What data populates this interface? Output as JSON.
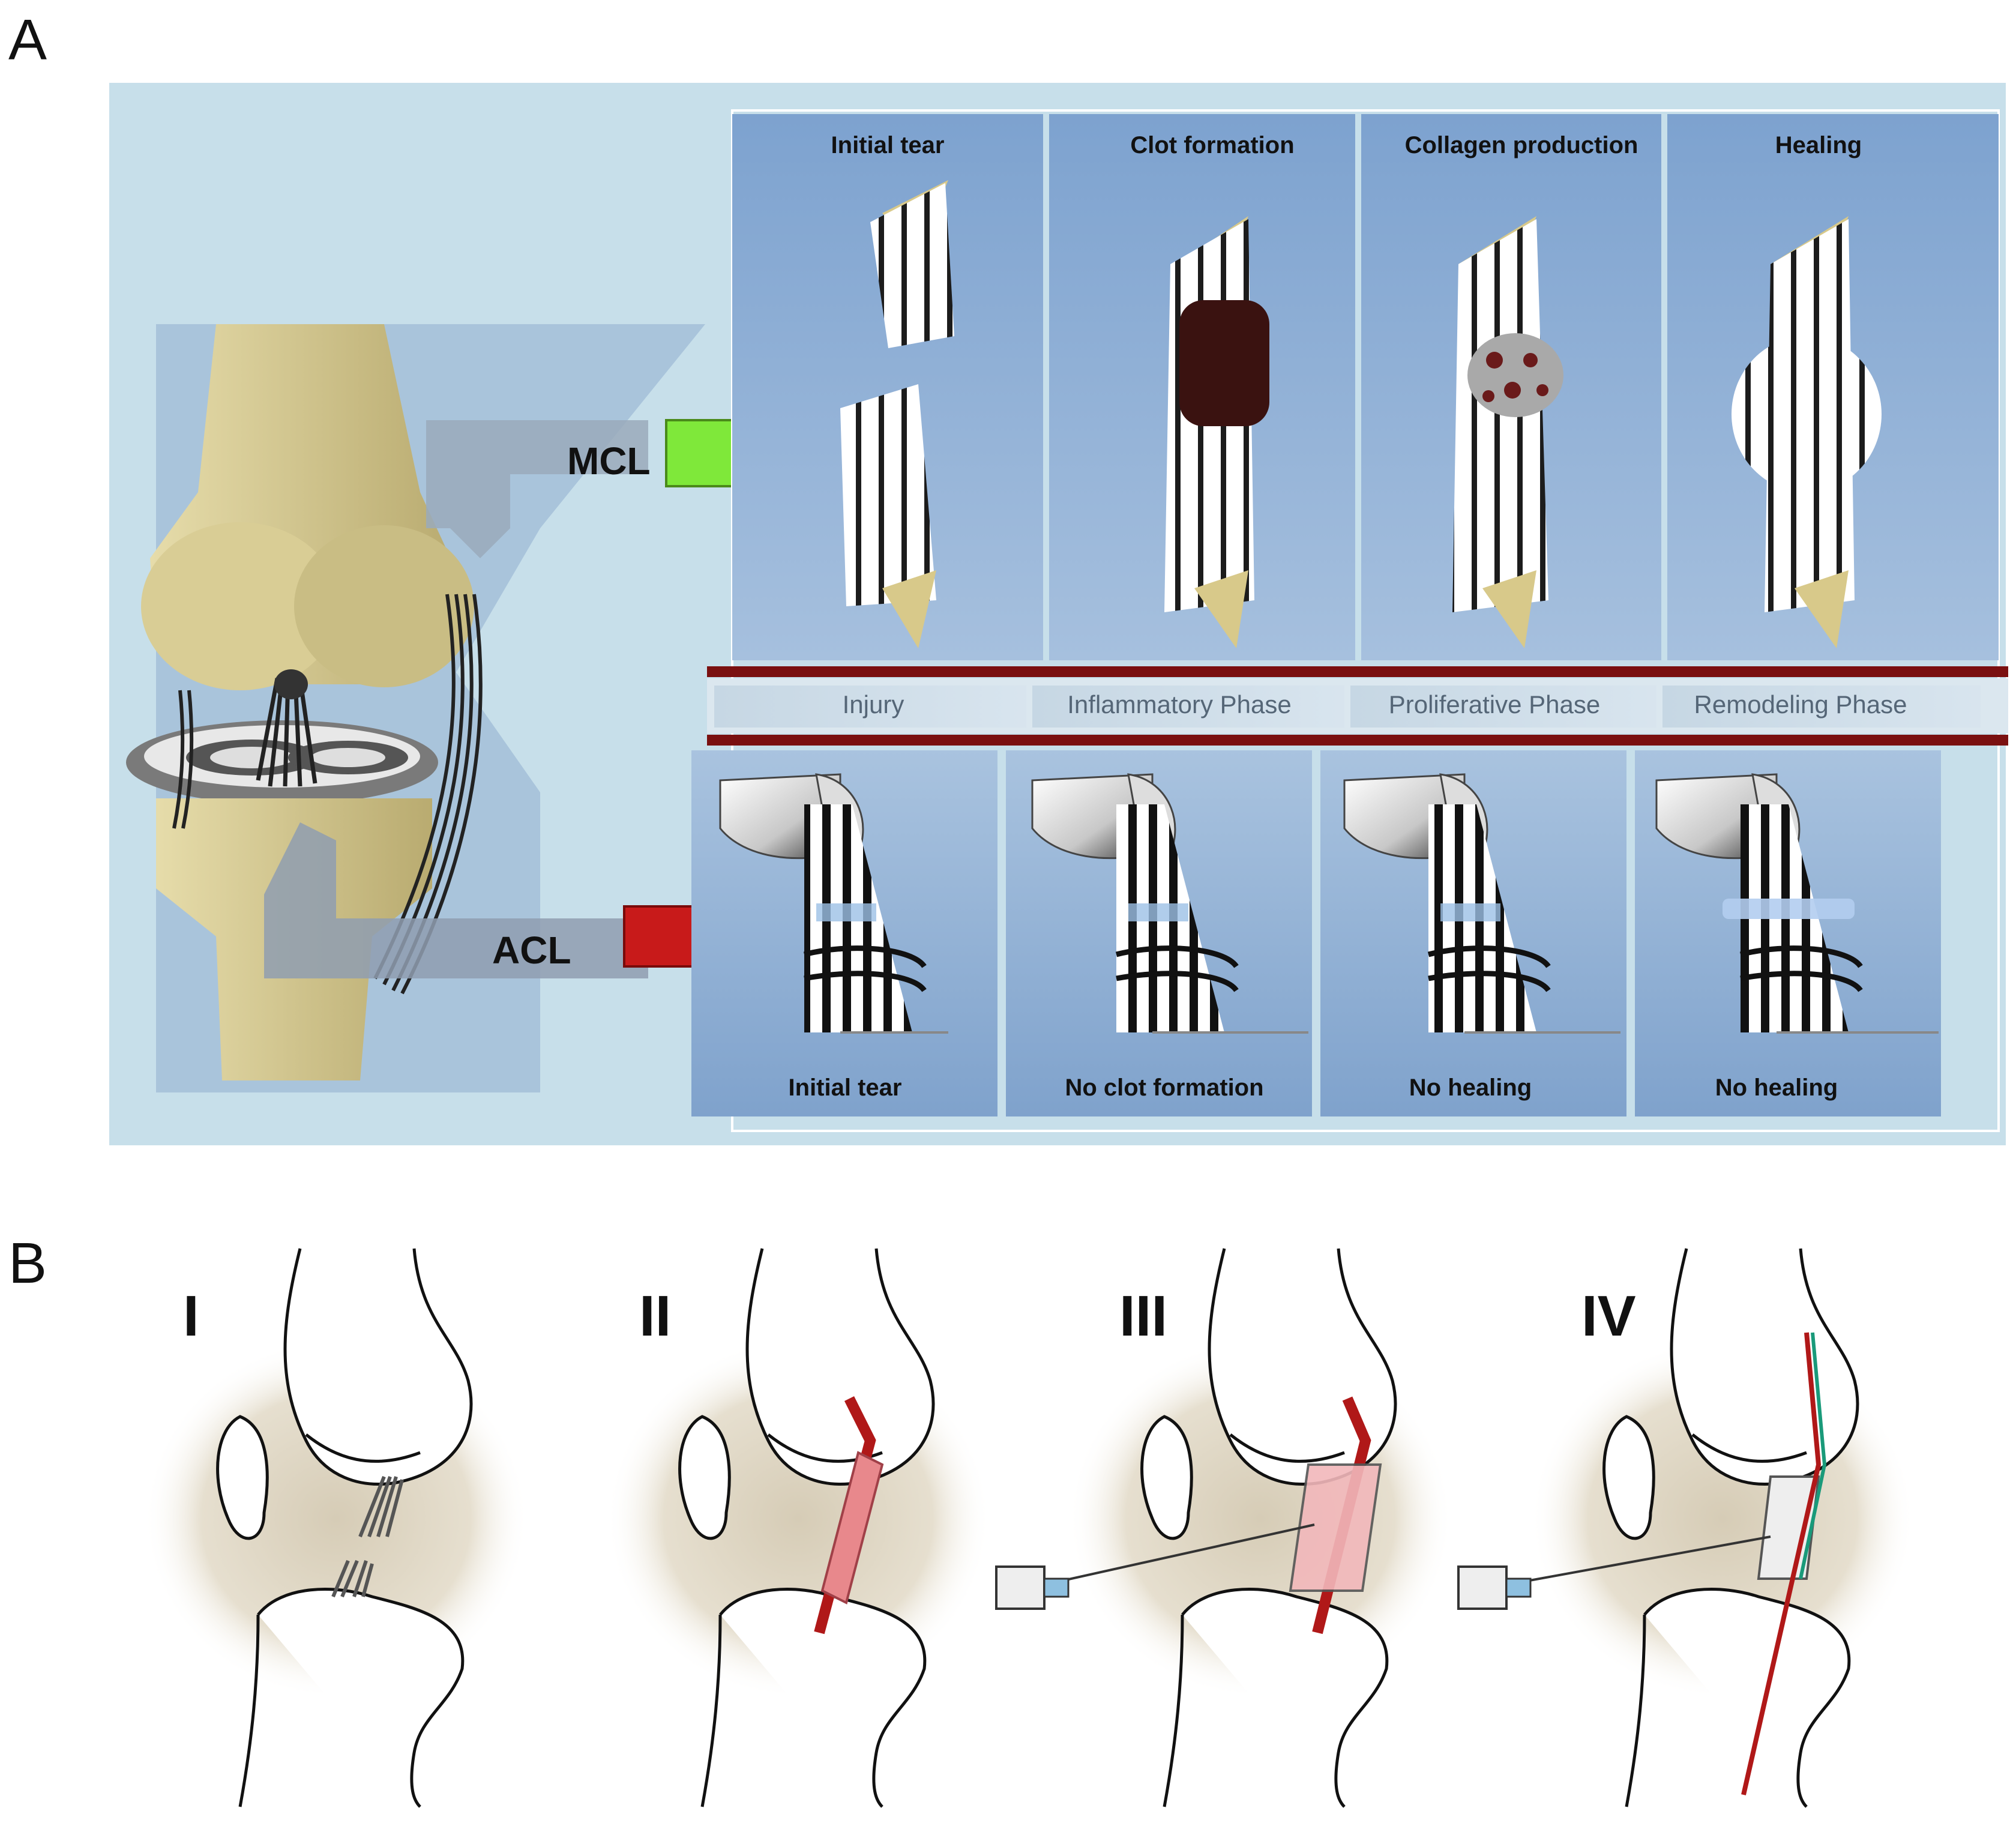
{
  "panel_a": {
    "letter": "A",
    "stage_titles": [
      "Initial tear",
      "Clot formation",
      "Collagen production",
      "Healing"
    ],
    "phases": [
      "Injury",
      "Inflammatory Phase",
      "Proliferative Phase",
      "Remodeling Phase"
    ],
    "outcomes": [
      "Initial tear",
      "No clot formation",
      "No healing",
      "No healing"
    ],
    "mcl_label": "MCL",
    "acl_label": "ACL",
    "colors": {
      "mcl_arrow": "#7fe83a",
      "acl_arrow": "#c81a1a",
      "panel_bg": "#c5dde9",
      "card_bg": "#8fb0d6",
      "bone": "#d8cc96",
      "bar": "#7a1010"
    }
  },
  "panel_b": {
    "letter": "B",
    "steps": [
      "I",
      "II",
      "III",
      "IV"
    ],
    "colors": {
      "graft": "#e8888c",
      "suture_red": "#b01818",
      "suture_green": "#1a9a7a"
    }
  }
}
